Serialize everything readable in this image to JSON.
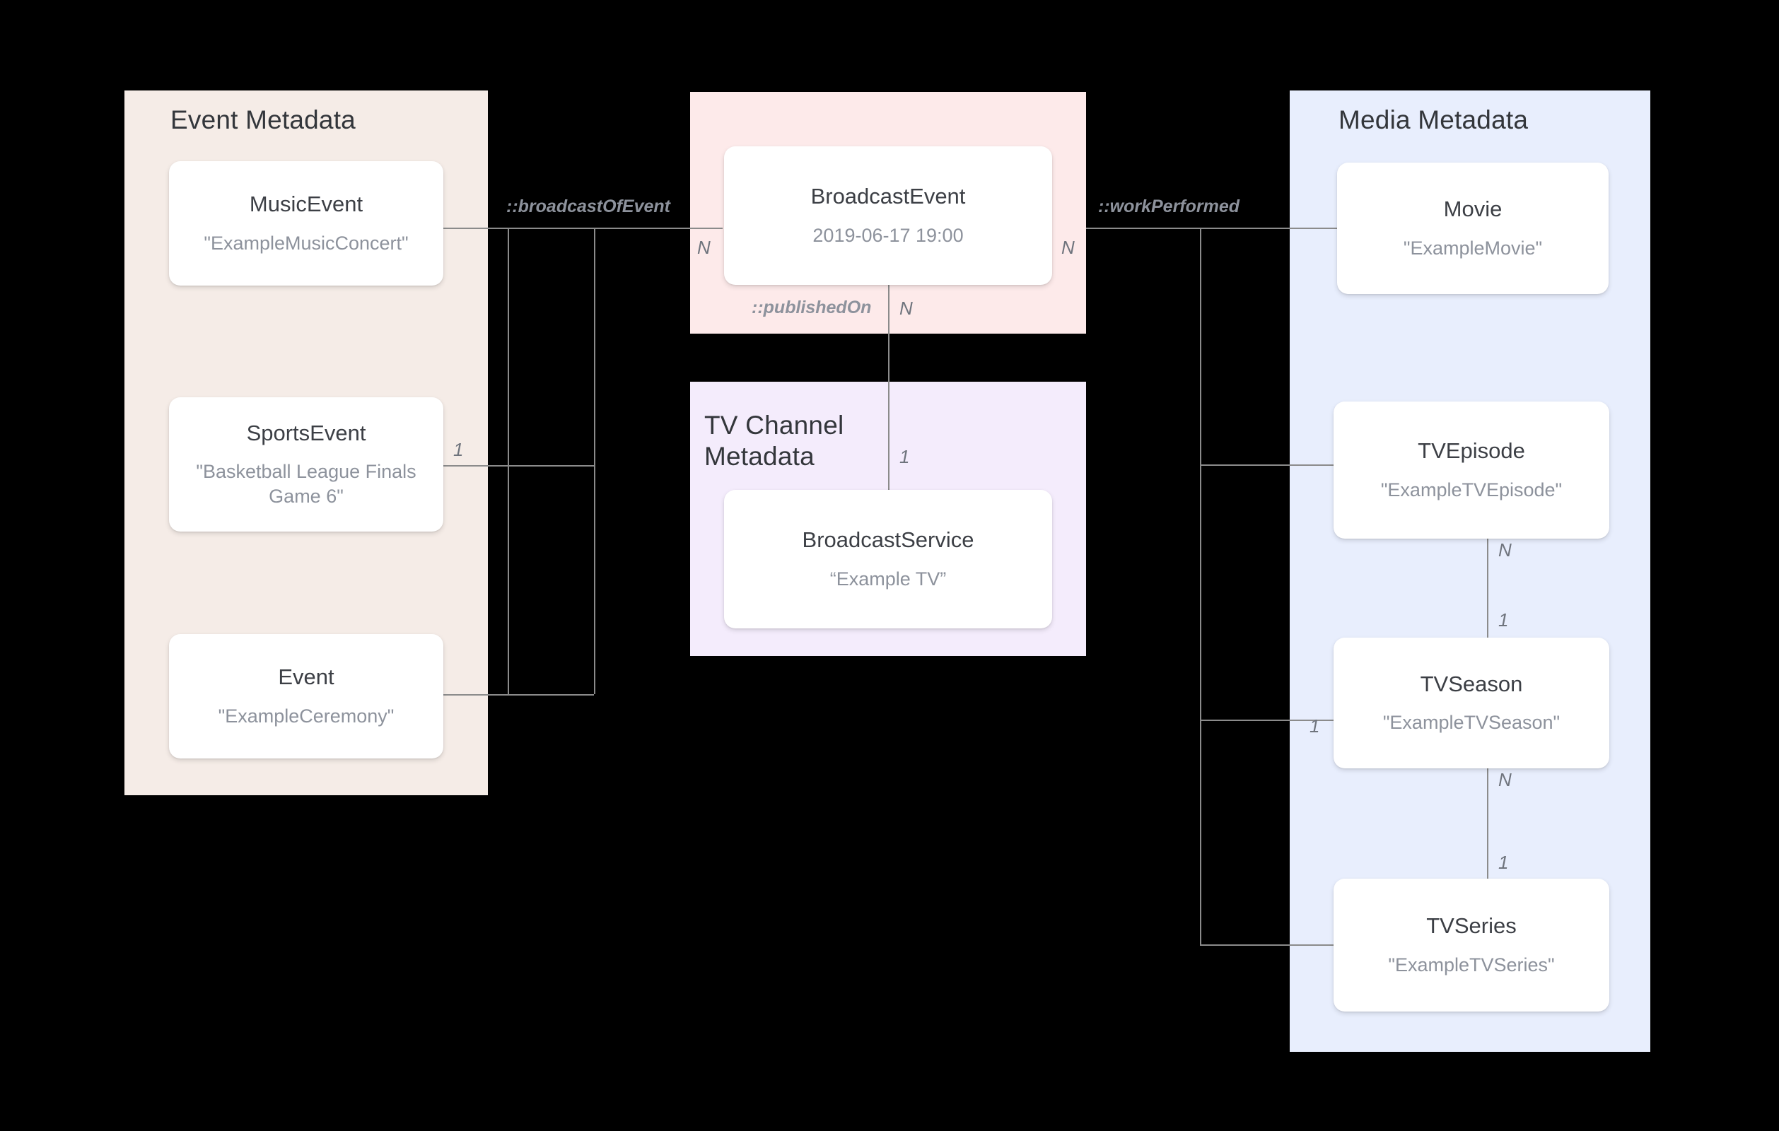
{
  "diagram": {
    "title": "Broadcast / Media metadata entity-relationship diagram",
    "groups": [
      {
        "id": "event",
        "label": "Event Metadata",
        "color": "#f5ece7"
      },
      {
        "id": "broadcast",
        "label": "",
        "color": "#fdeaea"
      },
      {
        "id": "tvchannel",
        "label": "TV Channel\nMetadata",
        "color": "#f4ecfc"
      },
      {
        "id": "media",
        "label": "Media Metadata",
        "color": "#e8eefd"
      }
    ],
    "entities": [
      {
        "id": "music-event",
        "name": "MusicEvent",
        "value": "\"ExampleMusicConcert\""
      },
      {
        "id": "sports-event",
        "name": "SportsEvent",
        "value": "\"Basketball League Finals Game 6\""
      },
      {
        "id": "event",
        "name": "Event",
        "value": "\"ExampleCeremony\""
      },
      {
        "id": "broadcast-event",
        "name": "BroadcastEvent",
        "value": "2019-06-17 19:00"
      },
      {
        "id": "broadcast-service",
        "name": "BroadcastService",
        "value": "“Example TV”"
      },
      {
        "id": "movie",
        "name": "Movie",
        "value": "\"ExampleMovie\""
      },
      {
        "id": "tv-episode",
        "name": "TVEpisode",
        "value": "\"ExampleTVEpisode\""
      },
      {
        "id": "tv-season",
        "name": "TVSeason",
        "value": "\"ExampleTVSeason\""
      },
      {
        "id": "tv-series",
        "name": "TVSeries",
        "value": "\"ExampleTVSeries\""
      }
    ],
    "relations": [
      {
        "id": "broadcast-of-event",
        "label": "::broadcastOfEvent",
        "from": "broadcast-event",
        "to": "event-group",
        "from_cardinality": "N",
        "to_cardinality": "1"
      },
      {
        "id": "published-on",
        "label": "::publishedOn",
        "from": "broadcast-event",
        "to": "broadcast-service",
        "from_cardinality": "N",
        "to_cardinality": "1"
      },
      {
        "id": "work-performed",
        "label": "::workPerformed",
        "from": "broadcast-event",
        "to": "media-group",
        "from_cardinality": "N",
        "to_cardinality": "1"
      },
      {
        "id": "episode-season",
        "label": "",
        "from": "tv-episode",
        "to": "tv-season",
        "from_cardinality": "N",
        "to_cardinality": "1"
      },
      {
        "id": "season-series",
        "label": "",
        "from": "tv-season",
        "to": "tv-series",
        "from_cardinality": "N",
        "to_cardinality": "1"
      }
    ],
    "cardinalities": {
      "broadcast_event_left": "N",
      "broadcast_event_right": "N",
      "broadcast_event_bottom": "N",
      "sports_event_right": "1",
      "broadcast_service_top": "1",
      "tv_episode_bottom": "N",
      "tv_season_top": "1",
      "tv_season_left": "1",
      "tv_season_bottom": "N",
      "tv_series_top": "1"
    },
    "colors": {
      "line": "#8b8b8b",
      "card_name_text": "#3c3f45",
      "card_value_text": "#8d929c",
      "label_text": "#8d929c",
      "background": "#000000"
    }
  }
}
